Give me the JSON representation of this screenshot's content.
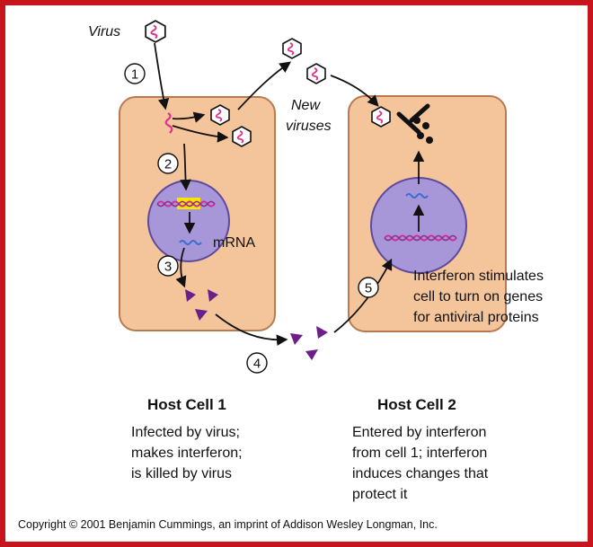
{
  "labels": {
    "virus": "Virus",
    "new_viruses_line1": "New",
    "new_viruses_line2": "viruses",
    "mrna": "mRNA"
  },
  "steps": [
    "1",
    "2",
    "3",
    "4",
    "5"
  ],
  "interferon_note": [
    "Interferon stimulates",
    "cell to turn on genes",
    "for antiviral proteins"
  ],
  "cell1": {
    "title": "Host Cell 1",
    "description": [
      "Infected by virus;",
      "makes interferon;",
      "is killed by virus"
    ]
  },
  "cell2": {
    "title": "Host Cell 2",
    "description": [
      "Entered by interferon",
      "from cell 1; interferon",
      "induces changes that",
      "protect it"
    ]
  },
  "copyright": "Copyright © 2001 Benjamin Cummings, an imprint of Addison Wesley Longman, Inc.",
  "colors": {
    "frame": "#c8141c",
    "cell_fill": "#f4c49a",
    "cell_stroke": "#b87a50",
    "nucleus_fill": "#a796d8",
    "nucleus_stroke": "#5e4a9c",
    "dna": "#cc2f9a",
    "virus_rna": "#e0308c",
    "interferon": "#6b1f8a",
    "highlight": "#f5e600"
  }
}
